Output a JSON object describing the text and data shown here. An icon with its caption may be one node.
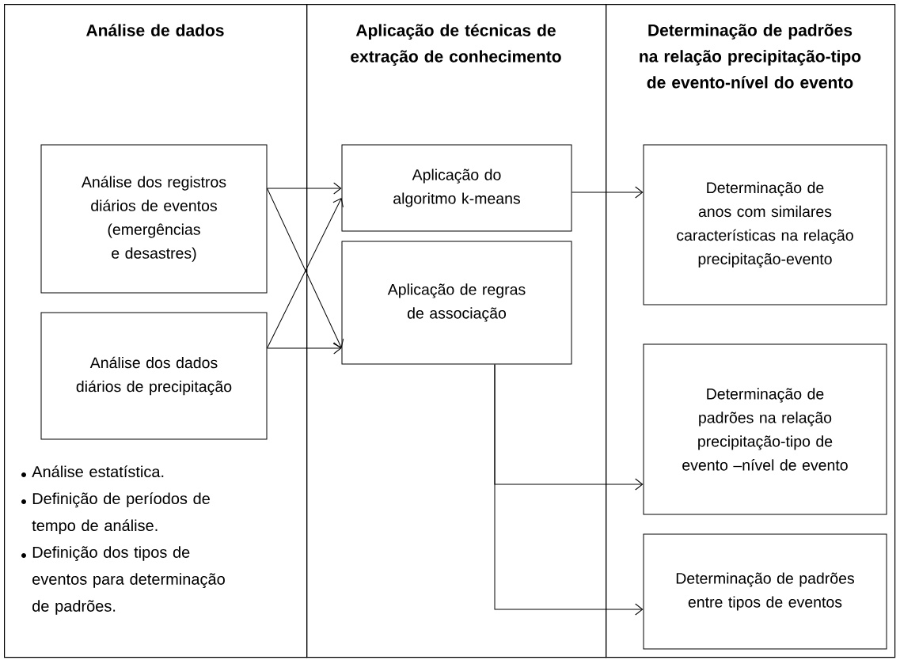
{
  "diagram": {
    "nodes": [
      {
        "text": [
          "Análise de dados"
        ]
      },
      {
        "text": [
          "Aplicação de técnicas de extração de conhecimento"
        ]
      },
      {
        "text": [
          "Determinação de padrões na relação precipitação-tipo de evento-nível do evento"
        ]
      },
      {
        "text": [
          "Análise dos registros diários de eventos (emergências e desastres)"
        ],
        "in": 0
      },
      {
        "text": [
          "Análise dos dados diários de precipitação"
        ],
        "in": 0
      },
      {
        "text": [
          "Aplicação do algoritmo k-means"
        ],
        "in": 1
      },
      {
        "text": [
          "Aplicação de regras de associação"
        ],
        "in": 1
      },
      {
        "text": [
          "Determinação de anos com similares características na relação precipitação-evento"
        ],
        "in": 2
      },
      {
        "text": [
          "Determinação de padrões na relação precipitação-tipo de evento –nível de evento"
        ],
        "in": 2
      },
      {
        "text": [
          "Determinação de padrões entre tipos de eventos"
        ],
        "in": 2
      }
    ],
    "edges": [
      {
        "from": 3,
        "to": 5,
        "arrow": "to"
      },
      {
        "from": 3,
        "to": 6,
        "arrow": "to"
      },
      {
        "from": 4,
        "to": 5,
        "arrow": "to"
      },
      {
        "from": 4,
        "to": 6,
        "arrow": "to"
      },
      {
        "from": 5,
        "to": 7,
        "arrow": "to"
      },
      {
        "from": 6,
        "to": 8,
        "arrow": "to"
      },
      {
        "from": 6,
        "to": 9,
        "arrow": "to"
      }
    ],
    "labels": [
      "Análise estatística.",
      "Definição de períodos de tempo de análise.",
      "Definição dos tipos de eventos para determinação de padrões."
    ]
  }
}
